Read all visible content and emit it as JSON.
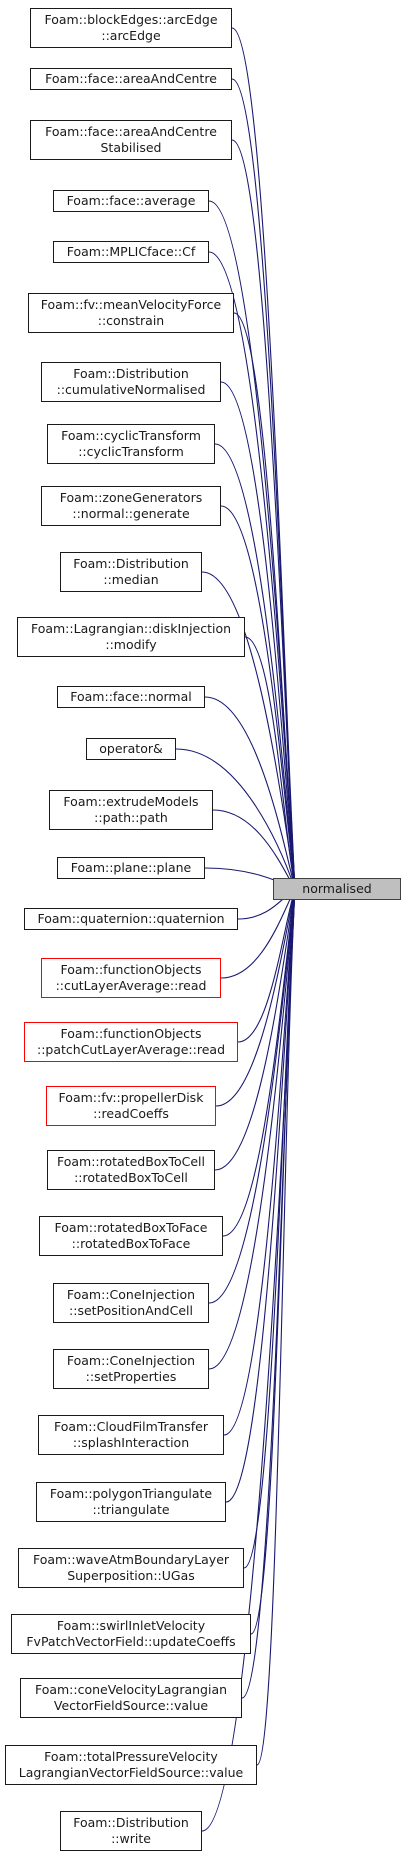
{
  "target": {
    "label": "normalised"
  },
  "callers": [
    {
      "lines": [
        "Foam::blockEdges::arcEdge",
        "::arcEdge"
      ],
      "border": "black"
    },
    {
      "lines": [
        "Foam::face::areaAndCentre"
      ],
      "border": "black"
    },
    {
      "lines": [
        "Foam::face::areaAndCentre",
        "Stabilised"
      ],
      "border": "black"
    },
    {
      "lines": [
        "Foam::face::average"
      ],
      "border": "black"
    },
    {
      "lines": [
        "Foam::MPLICface::Cf"
      ],
      "border": "black"
    },
    {
      "lines": [
        "Foam::fv::meanVelocityForce",
        "::constrain"
      ],
      "border": "black"
    },
    {
      "lines": [
        "Foam::Distribution",
        "::cumulativeNormalised"
      ],
      "border": "black"
    },
    {
      "lines": [
        "Foam::cyclicTransform",
        "::cyclicTransform"
      ],
      "border": "black"
    },
    {
      "lines": [
        "Foam::zoneGenerators",
        "::normal::generate"
      ],
      "border": "black"
    },
    {
      "lines": [
        "Foam::Distribution",
        "::median"
      ],
      "border": "black"
    },
    {
      "lines": [
        "Foam::Lagrangian::diskInjection",
        "::modify"
      ],
      "border": "black"
    },
    {
      "lines": [
        "Foam::face::normal"
      ],
      "border": "black"
    },
    {
      "lines": [
        "operator&"
      ],
      "border": "black"
    },
    {
      "lines": [
        "Foam::extrudeModels",
        "::path::path"
      ],
      "border": "black"
    },
    {
      "lines": [
        "Foam::plane::plane"
      ],
      "border": "black"
    },
    {
      "lines": [
        "Foam::quaternion::quaternion"
      ],
      "border": "black"
    },
    {
      "lines": [
        "Foam::functionObjects",
        "::cutLayerAverage::read"
      ],
      "border": "red"
    },
    {
      "lines": [
        "Foam::functionObjects",
        "::patchCutLayerAverage::read"
      ],
      "border": "red"
    },
    {
      "lines": [
        "Foam::fv::propellerDisk",
        "::readCoeffs"
      ],
      "border": "red"
    },
    {
      "lines": [
        "Foam::rotatedBoxToCell",
        "::rotatedBoxToCell"
      ],
      "border": "black"
    },
    {
      "lines": [
        "Foam::rotatedBoxToFace",
        "::rotatedBoxToFace"
      ],
      "border": "black"
    },
    {
      "lines": [
        "Foam::ConeInjection",
        "::setPositionAndCell"
      ],
      "border": "black"
    },
    {
      "lines": [
        "Foam::ConeInjection",
        "::setProperties"
      ],
      "border": "black"
    },
    {
      "lines": [
        "Foam::CloudFilmTransfer",
        "::splashInteraction"
      ],
      "border": "black"
    },
    {
      "lines": [
        "Foam::polygonTriangulate",
        "::triangulate"
      ],
      "border": "black"
    },
    {
      "lines": [
        "Foam::waveAtmBoundaryLayer",
        "Superposition::UGas"
      ],
      "border": "black"
    },
    {
      "lines": [
        "Foam::swirlInletVelocity",
        "FvPatchVectorField::updateCoeffs"
      ],
      "border": "black"
    },
    {
      "lines": [
        "Foam::coneVelocityLagrangian",
        "VectorFieldSource::value"
      ],
      "border": "black"
    },
    {
      "lines": [
        "Foam::totalPressureVelocity",
        "LagrangianVectorFieldSource::value"
      ],
      "border": "black"
    },
    {
      "lines": [
        "Foam::Distribution",
        "::write"
      ],
      "border": "black"
    }
  ],
  "colors": {
    "edge": "#191970",
    "node_border": "#1a1a1a",
    "red_border": "#ff0000",
    "target_fill": "#bfbfbf"
  }
}
